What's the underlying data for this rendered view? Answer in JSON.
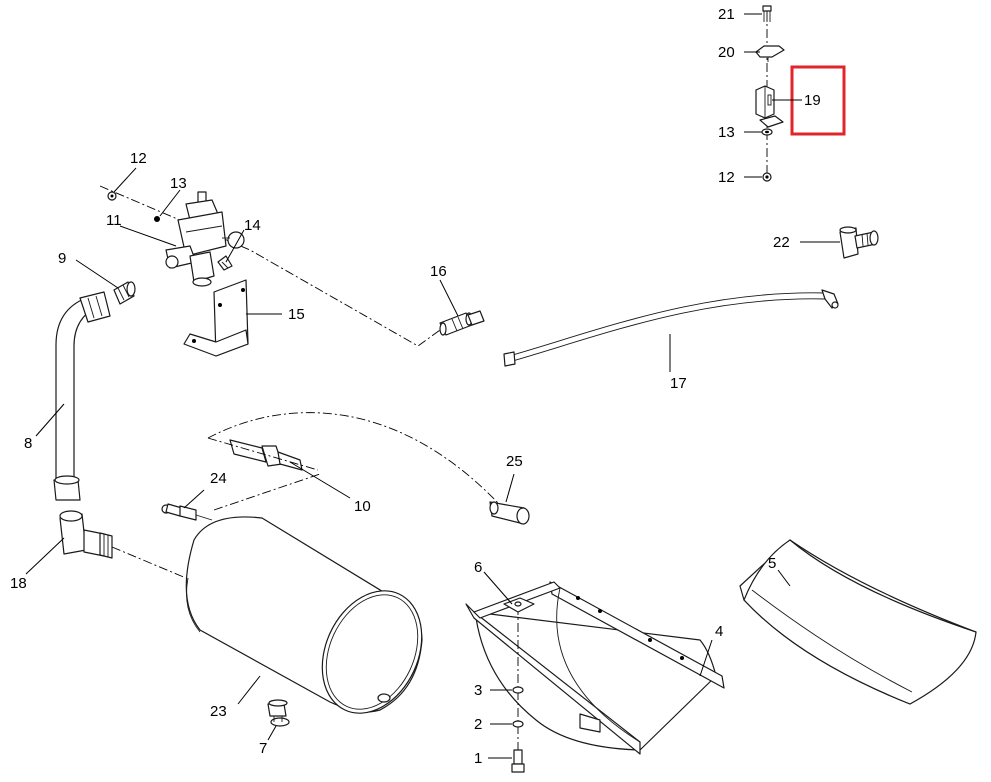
{
  "diagram": {
    "highlight_color": "#e0262b",
    "callouts": [
      {
        "id": "c21",
        "label": "21"
      },
      {
        "id": "c20",
        "label": "20"
      },
      {
        "id": "c19",
        "label": "19"
      },
      {
        "id": "c13a",
        "label": "13"
      },
      {
        "id": "c12a",
        "label": "12"
      },
      {
        "id": "c22",
        "label": "22"
      },
      {
        "id": "c12b",
        "label": "12"
      },
      {
        "id": "c13b",
        "label": "13"
      },
      {
        "id": "c11",
        "label": "11"
      },
      {
        "id": "c14",
        "label": "14"
      },
      {
        "id": "c9",
        "label": "9"
      },
      {
        "id": "c15",
        "label": "15"
      },
      {
        "id": "c16",
        "label": "16"
      },
      {
        "id": "c17",
        "label": "17"
      },
      {
        "id": "c8",
        "label": "8"
      },
      {
        "id": "c10",
        "label": "10"
      },
      {
        "id": "c24",
        "label": "24"
      },
      {
        "id": "c25",
        "label": "25"
      },
      {
        "id": "c18",
        "label": "18"
      },
      {
        "id": "c6",
        "label": "6"
      },
      {
        "id": "c5",
        "label": "5"
      },
      {
        "id": "c4",
        "label": "4"
      },
      {
        "id": "c3",
        "label": "3"
      },
      {
        "id": "c23",
        "label": "23"
      },
      {
        "id": "c2",
        "label": "2"
      },
      {
        "id": "c7",
        "label": "7"
      },
      {
        "id": "c1",
        "label": "1"
      }
    ]
  }
}
